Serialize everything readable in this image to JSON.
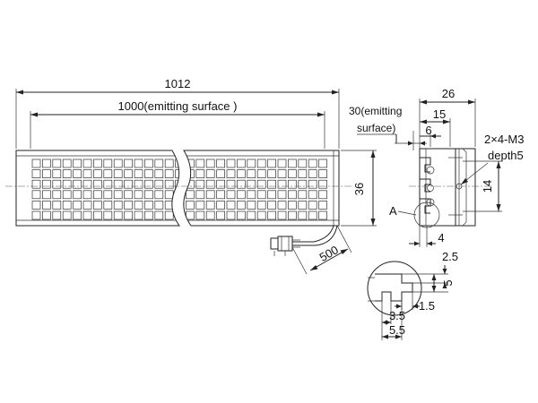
{
  "dimensions": {
    "overall_length": "1012",
    "emitting_length": "1000(emitting surface )",
    "emitting_width_line1": "30(emitting",
    "emitting_width_line2": "surface)",
    "height": "36",
    "cable": "500",
    "side_width": "26",
    "side_inner": "15",
    "side_slot": "6",
    "side_hole_spacing": "14",
    "side_bottom": "4",
    "tap_spec_line1": "2×4-M3",
    "tap_spec_line2": "depth5",
    "detail_label": "A",
    "detail_top": "2.5",
    "detail_height": "5",
    "detail_gap": "1.5",
    "detail_inner": "3.5",
    "detail_outer": "5.5"
  },
  "led_grid": {
    "rows": 6,
    "cols_per_segment": 15
  }
}
